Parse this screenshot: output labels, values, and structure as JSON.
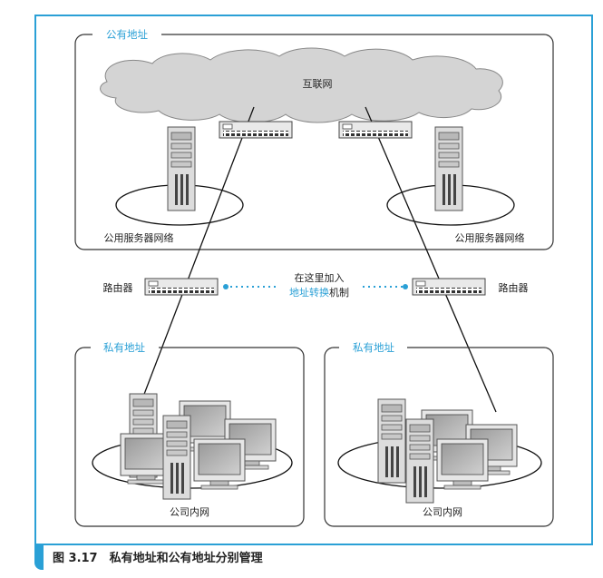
{
  "public_section": {
    "title": "公有地址",
    "internet": "互联网",
    "left_network": "公用服务器网络",
    "right_network": "公用服务器网络"
  },
  "routers": {
    "left_label": "路由器",
    "right_label": "路由器"
  },
  "nat_note": {
    "line1": "在这里加入",
    "line2_highlight": "地址转换",
    "line2_rest": "机制"
  },
  "private_left": {
    "title": "私有地址",
    "network": "公司内网"
  },
  "private_right": {
    "title": "私有地址",
    "network": "公司内网"
  },
  "caption": "图 3.17　私有地址和公有地址分别管理",
  "colors": {
    "accent": "#2aa0d6"
  }
}
